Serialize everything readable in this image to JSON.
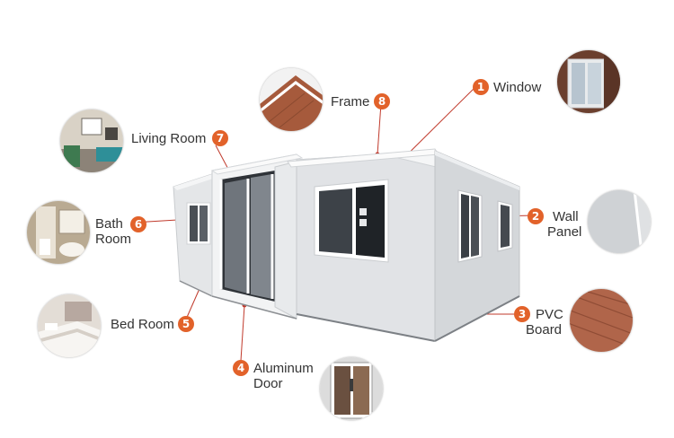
{
  "colors": {
    "accent": "#e2622a",
    "leader_line": "#c0392b",
    "text": "#333333"
  },
  "callouts": {
    "window": {
      "number": "1",
      "label": "Window"
    },
    "wall": {
      "number": "2",
      "label_line1": "Wall",
      "label_line2": "Panel"
    },
    "pvc": {
      "number": "3",
      "label_line1": "PVC",
      "label_line2": "Board"
    },
    "aluminum": {
      "number": "4",
      "label_line1": "Aluminum",
      "label_line2": "Door"
    },
    "bedroom": {
      "number": "5",
      "label": "Bed Room"
    },
    "bathroom": {
      "number": "6",
      "label_line1": "Bath",
      "label_line2": "Room"
    },
    "living": {
      "number": "7",
      "label": "Living Room"
    },
    "frame": {
      "number": "8",
      "label": "Frame"
    }
  }
}
